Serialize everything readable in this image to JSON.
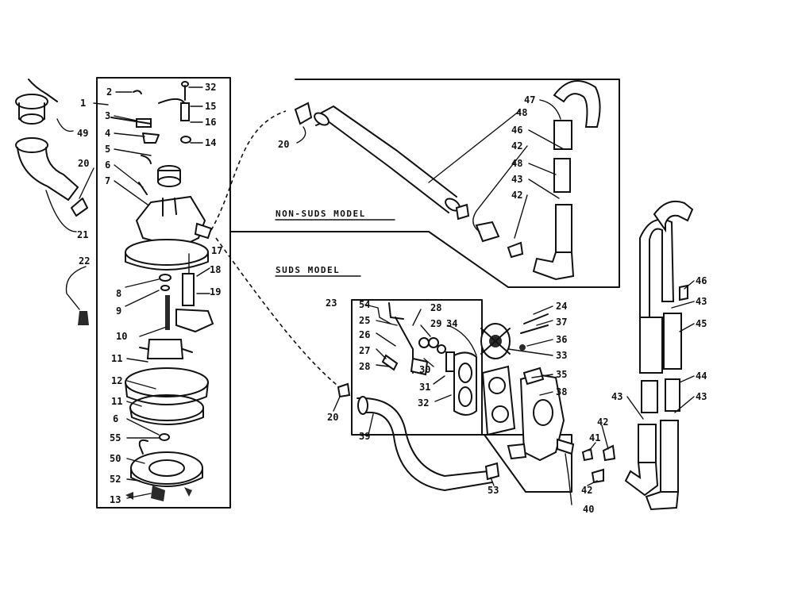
{
  "section_labels": {
    "non_suds": "NON-SUDS MODEL",
    "suds": "SUDS MODEL"
  },
  "callouts": {
    "c1": "1",
    "c2": "2",
    "c3": "3",
    "c4": "4",
    "c5": "5",
    "c6": "6",
    "c7": "7",
    "c32a": "32",
    "c15": "15",
    "c16": "16",
    "c14": "14",
    "c49": "49",
    "c20a": "20",
    "c21": "21",
    "c22": "22",
    "c17": "17",
    "c8": "8",
    "c9": "9",
    "c18": "18",
    "c19": "19",
    "c10": "10",
    "c11a": "11",
    "c12": "12",
    "c11b": "11",
    "c6b": "6",
    "c55": "55",
    "c50": "50",
    "c52": "52",
    "c13": "13",
    "c20b": "20",
    "c47": "47",
    "c48a": "48",
    "c46a": "46",
    "c42a": "42",
    "c48b": "48",
    "c43a": "43",
    "c42b": "42",
    "c23": "23",
    "c54": "54",
    "c25": "25",
    "c26": "26",
    "c27": "27",
    "c28a": "28",
    "c28b": "28",
    "c29": "29",
    "c30": "30",
    "c31": "31",
    "c32b": "32",
    "c34a": "34",
    "c24": "24",
    "c37": "37",
    "c36": "36",
    "c33": "33",
    "c35": "35",
    "c38": "38",
    "c20c": "20",
    "c39": "39",
    "c53": "53",
    "c40": "40",
    "c41": "41",
    "c42c": "42",
    "c42d": "42",
    "c46b": "46",
    "c43b": "43",
    "c45": "45",
    "c44": "44",
    "c43c": "43",
    "c43d": "43"
  }
}
